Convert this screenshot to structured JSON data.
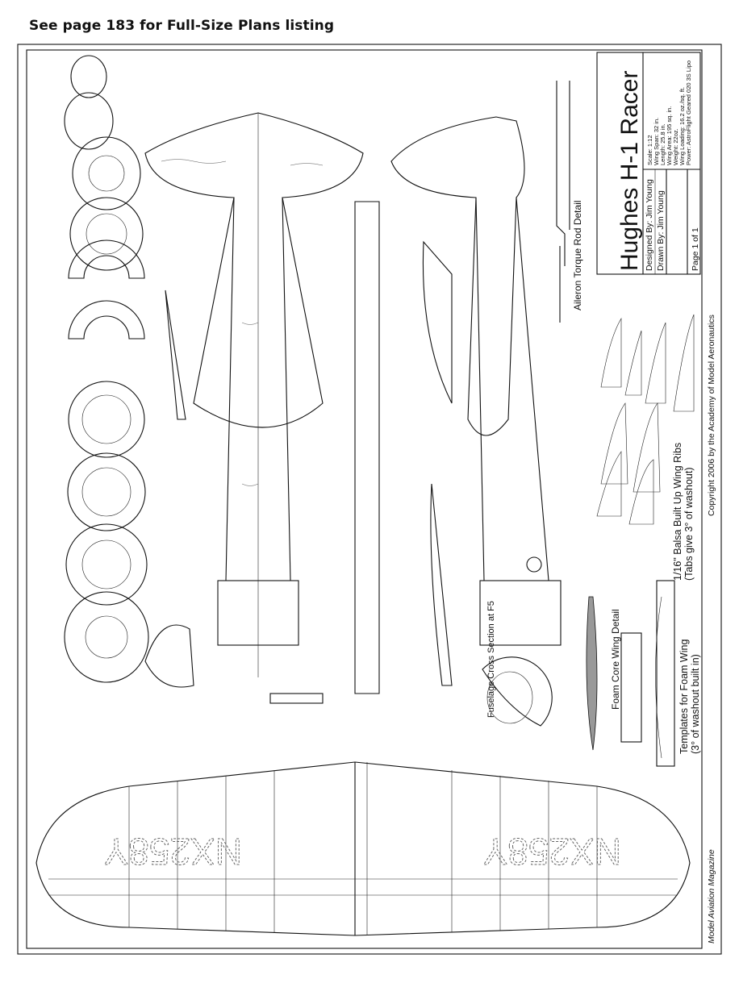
{
  "header": {
    "listing_note": "See page 183 for Full-Size Plans listing"
  },
  "title_block": {
    "title": "Hughes H-1 Racer",
    "designed_by": "Designed By: Jim Young",
    "drawn_by": "Drawn By: Jim Young",
    "specs": [
      "Scale: 1:12",
      "Wing Span: 32 in.",
      "Length: 25.8 in.",
      "Wing Area: 195 sq. in.",
      "Weight: 22oz.",
      "Wing Loading: 16.2 oz./sq. ft.",
      "Power: AstroFlight Geared 020 3S Lipo"
    ],
    "page": "Page 1 of 1"
  },
  "footer": {
    "magazine": "Model Aviation Magazine",
    "copyright": "Copyright 2006 by the Academy of Model Aeronautics"
  },
  "labels": {
    "aileron_detail": "Aileron Torque Rod Detail",
    "wing_ribs": "1/16\" Balsa Built Up Wing Ribs",
    "wing_ribs_note": "(Tabs give 3° of washout)",
    "fuselage_section": "Fuselage Cross Section at F5",
    "foam_core": "Foam Core Wing Detail",
    "foam_templates": "Templates for Foam Wing",
    "foam_templates_note": "(3° of washout built in)",
    "registration": "NX258Y"
  }
}
